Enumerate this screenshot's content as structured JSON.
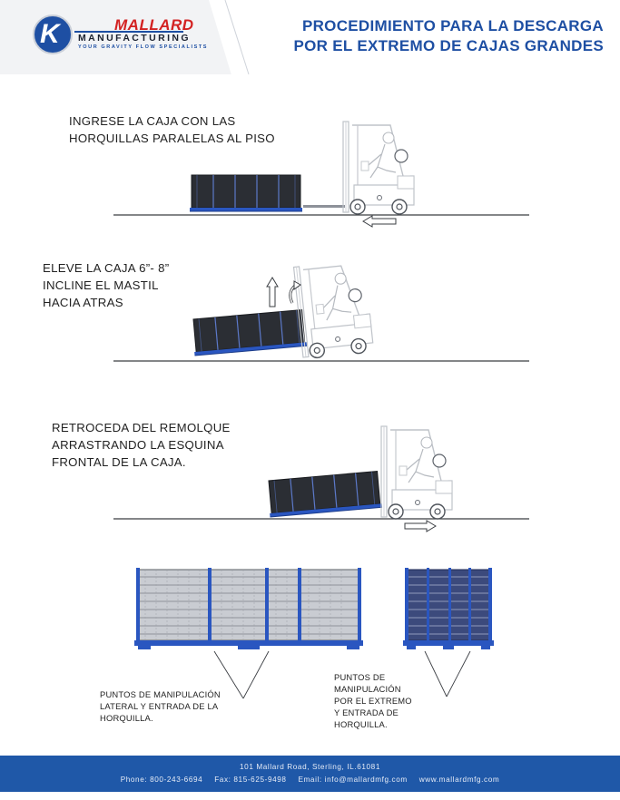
{
  "logo": {
    "mark": "K",
    "name": "MALLARD",
    "manufacturing": "MANUFACTURING",
    "tagline": "YOUR GRAVITY FLOW SPECIALISTS"
  },
  "title": {
    "line1": "PROCEDIMIENTO PARA LA DESCARGA",
    "line2": "POR EL EXTREMO DE CAJAS GRANDES"
  },
  "steps": [
    {
      "line1": "INGRESE LA CAJA CON LAS",
      "line2": "HORQUILLAS PARALELAS AL PISO"
    },
    {
      "line1": "ELEVE LA CAJA 6”- 8”",
      "line2": "INCLINE EL MASTIL",
      "line3": "HACIA ATRAS"
    },
    {
      "line1": "RETROCEDA DEL REMOLQUE",
      "line2": "ARRASTRANDO LA ESQUINA",
      "line3": "FRONTAL DE LA CAJA."
    }
  ],
  "notes": {
    "side": {
      "line1": "PUNTOS DE MANIPULACIÓN",
      "line2": "LATERAL Y ENTRADA DE LA",
      "line3": "HORQUILLA."
    },
    "end": {
      "line1": "PUNTOS DE",
      "line2": "MANIPULACIÓN",
      "line3": "POR EL EXTREMO",
      "line4": "Y ENTRADA DE",
      "line5": "HORQUILLA."
    }
  },
  "footer": {
    "address": "101 Mallard Road, Sterling, IL.61081",
    "phone": "Phone: 800-243-6694",
    "fax": "Fax: 815-625-9498",
    "email": "Email: info@mallardmfg.com",
    "web": "www.mallardmfg.com"
  },
  "colors": {
    "brand_blue": "#1e4fa3",
    "brand_red": "#d32222",
    "footer_blue": "#1f58a8",
    "crate_blue": "#2a56c0"
  },
  "icons": [
    "mallard-logo-icon",
    "forklift-icon",
    "arrow-left-icon",
    "arrow-right-icon",
    "arrow-up-icon",
    "tilt-rotate-icon"
  ]
}
